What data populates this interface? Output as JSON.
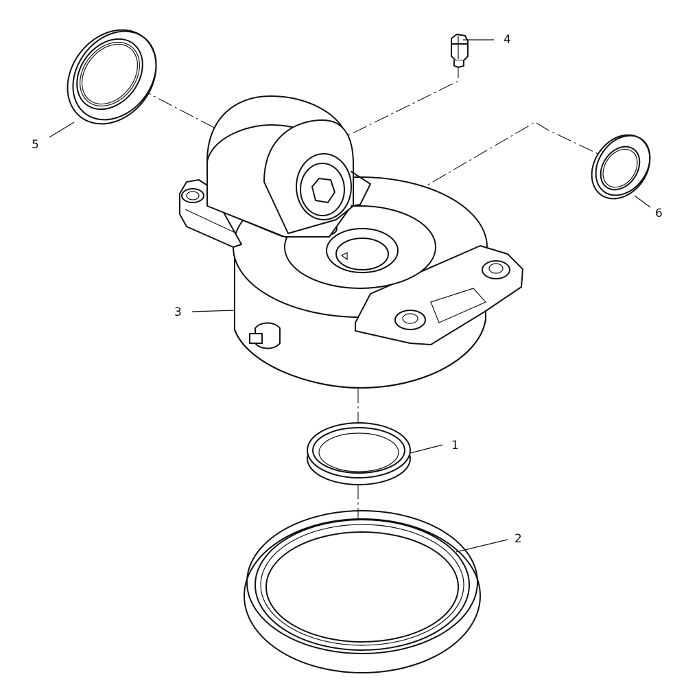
{
  "diagram": {
    "callouts": [
      {
        "id": "1",
        "text": "1"
      },
      {
        "id": "2",
        "text": "2"
      },
      {
        "id": "3",
        "text": "3"
      },
      {
        "id": "4",
        "text": "4"
      },
      {
        "id": "5",
        "text": "5"
      },
      {
        "id": "6",
        "text": "6"
      }
    ],
    "parts": [
      "seal-ring",
      "large-seal-ring",
      "housing",
      "fitting",
      "oil-seal-left",
      "oil-seal-right"
    ],
    "colors": {
      "line": "#111111",
      "background": "#ffffff"
    }
  }
}
